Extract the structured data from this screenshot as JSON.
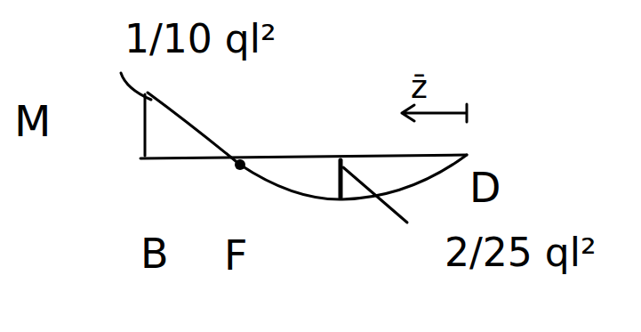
{
  "diagram": {
    "labels": [
      "M",
      "1/10 ql²",
      "B",
      "F",
      "D",
      "z̄",
      "2/25 ql²"
    ]
  }
}
